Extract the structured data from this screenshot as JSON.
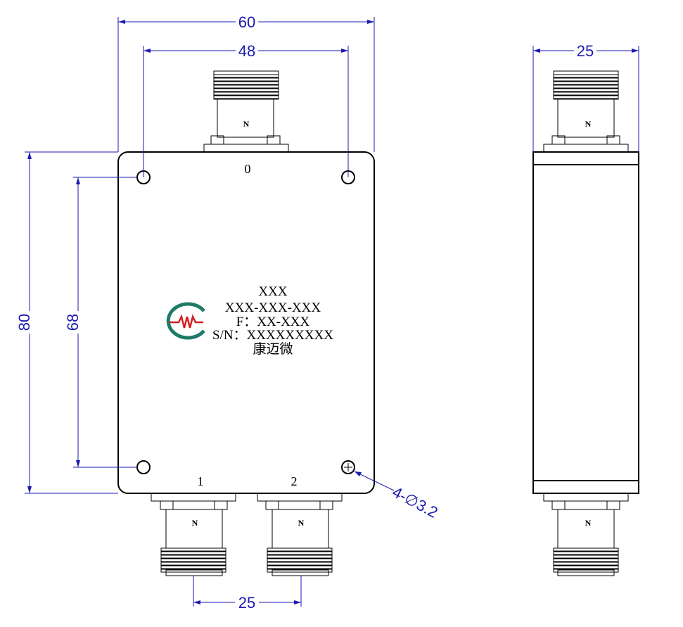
{
  "dimensions": {
    "overall_width": "60",
    "mounting_hole_spacing_x": "48",
    "side_depth": "25",
    "overall_height": "80",
    "mounting_hole_spacing_y": "68",
    "output_connector_spacing": "25",
    "mounting_holes": "4-∅3.2"
  },
  "ports": {
    "input": "0",
    "output_1": "1",
    "output_2": "2"
  },
  "connector_type": "N",
  "nameplate": {
    "line1": "XXX",
    "line2": "XXX-XXX-XXX",
    "line3": "F：XX-XXX",
    "line4": "S/N：XXXXXXXXX",
    "brand": "康迈微"
  },
  "colors": {
    "dimension": "#1a1ab0",
    "outline": "#000000",
    "logo_red": "#d42020",
    "logo_teal": "#1f7a6a"
  }
}
